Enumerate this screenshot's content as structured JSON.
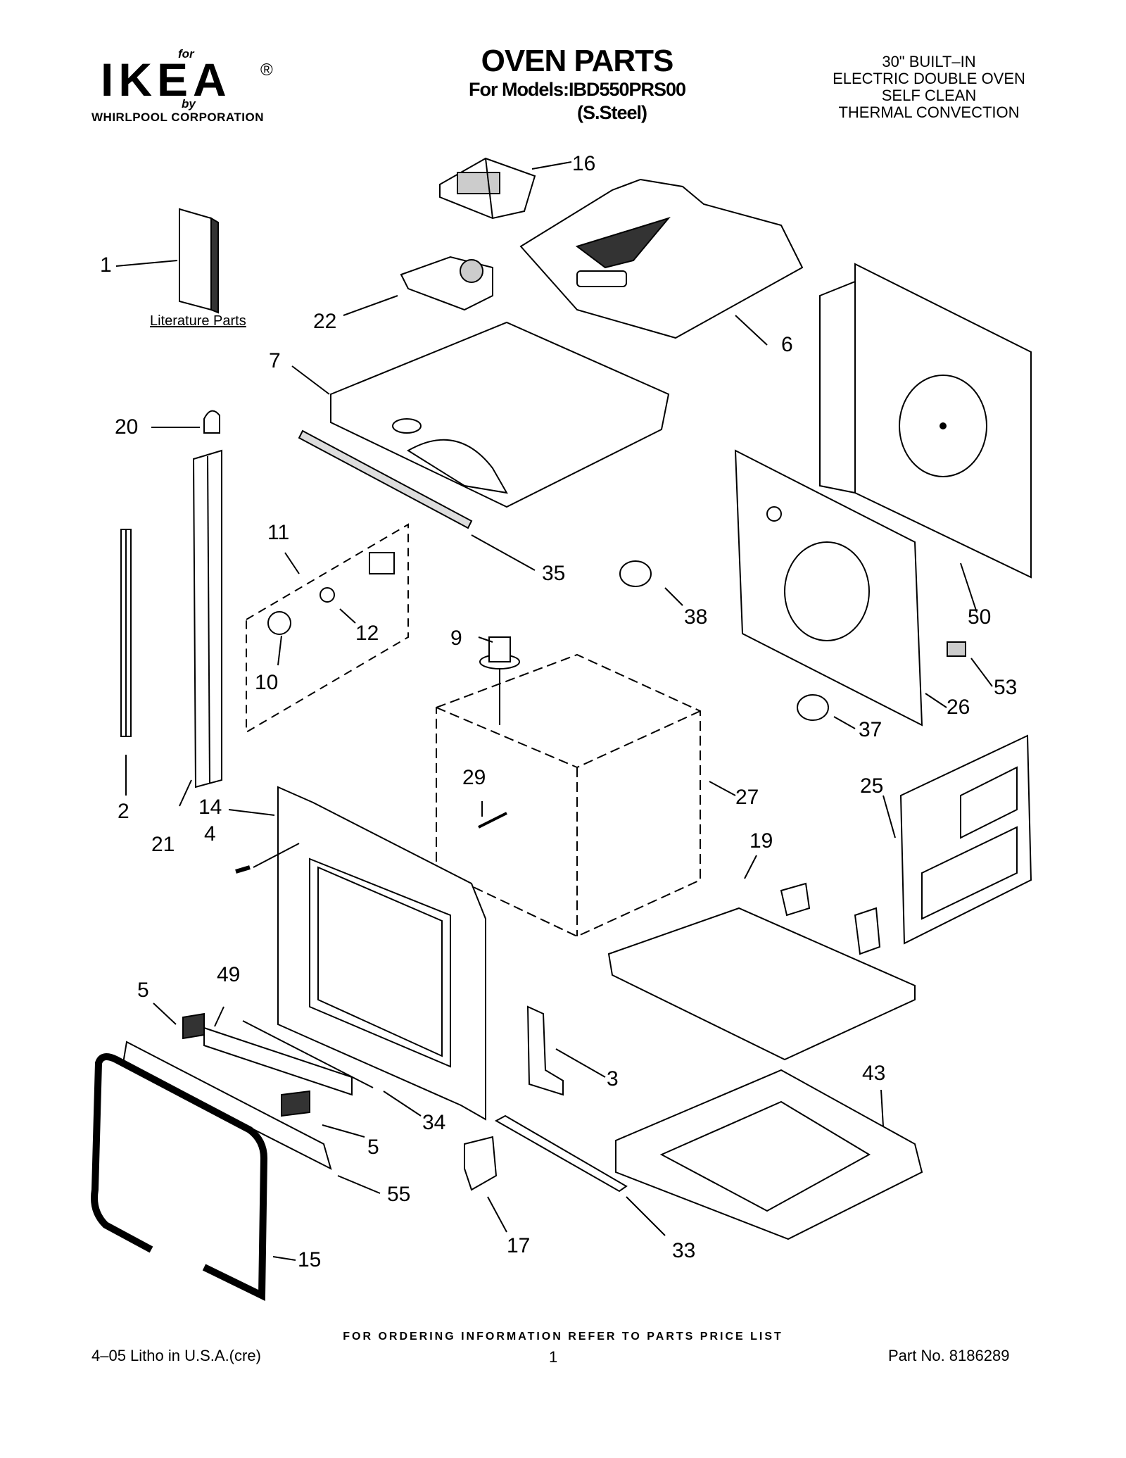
{
  "logo": {
    "for": "for",
    "word": "IKEA",
    "registered": "®",
    "by": "by",
    "corporation": "WHIRLPOOL  CORPORATION"
  },
  "title": "OVEN PARTS",
  "models": "For Models:IBD550PRS00",
  "variant": "(S.Steel)",
  "description": [
    "30\" BUILT–IN",
    "ELECTRIC DOUBLE OVEN",
    "SELF CLEAN",
    "THERMAL CONVECTION"
  ],
  "literature_label": "Literature Parts",
  "callouts": [
    "16",
    "1",
    "22",
    "6",
    "7",
    "20",
    "11",
    "35",
    "38",
    "50",
    "9",
    "12",
    "10",
    "53",
    "26",
    "37",
    "2",
    "21",
    "14",
    "29",
    "27",
    "25",
    "4",
    "19",
    "5",
    "49",
    "3",
    "34",
    "5",
    "43",
    "55",
    "17",
    "33",
    "15"
  ],
  "footer": {
    "ordering_note": "FOR ORDERING INFORMATION REFER TO PARTS PRICE LIST",
    "litho": "4–05 Litho in U.S.A.(cre)",
    "page": "1",
    "part_no": "Part No. 8186289"
  }
}
